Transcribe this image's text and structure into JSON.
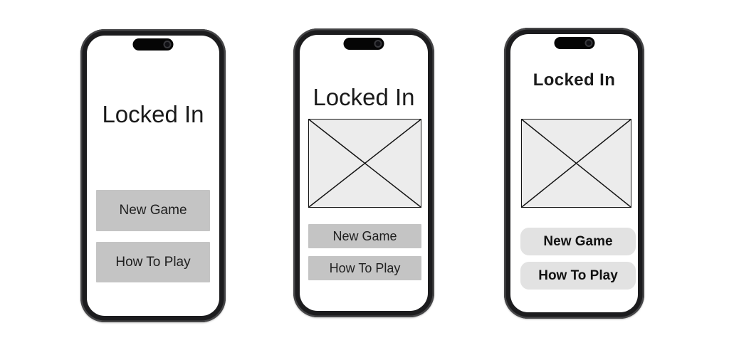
{
  "screens": [
    {
      "name": "wireframe-basic",
      "title": "Locked In",
      "buttons": [
        {
          "label": "New Game"
        },
        {
          "label": "How To Play"
        }
      ]
    },
    {
      "name": "wireframe-with-image",
      "title": "Locked In",
      "image_placeholder_icon": "image-placeholder",
      "buttons": [
        {
          "label": "New Game"
        },
        {
          "label": "How To Play"
        }
      ]
    },
    {
      "name": "styled-mockup",
      "title": "Locked In",
      "image_placeholder_icon": "image-placeholder",
      "buttons": [
        {
          "label": "New Game"
        },
        {
          "label": "How To Play"
        }
      ]
    }
  ],
  "colors": {
    "phone_frame": "#1c1c1e",
    "screen_background": "#ffffff",
    "flat_button_fill": "#c4c4c4",
    "rounded_button_fill": "#e2e2e2",
    "placeholder_fill": "#ececec",
    "text": "#1a1a1a"
  }
}
